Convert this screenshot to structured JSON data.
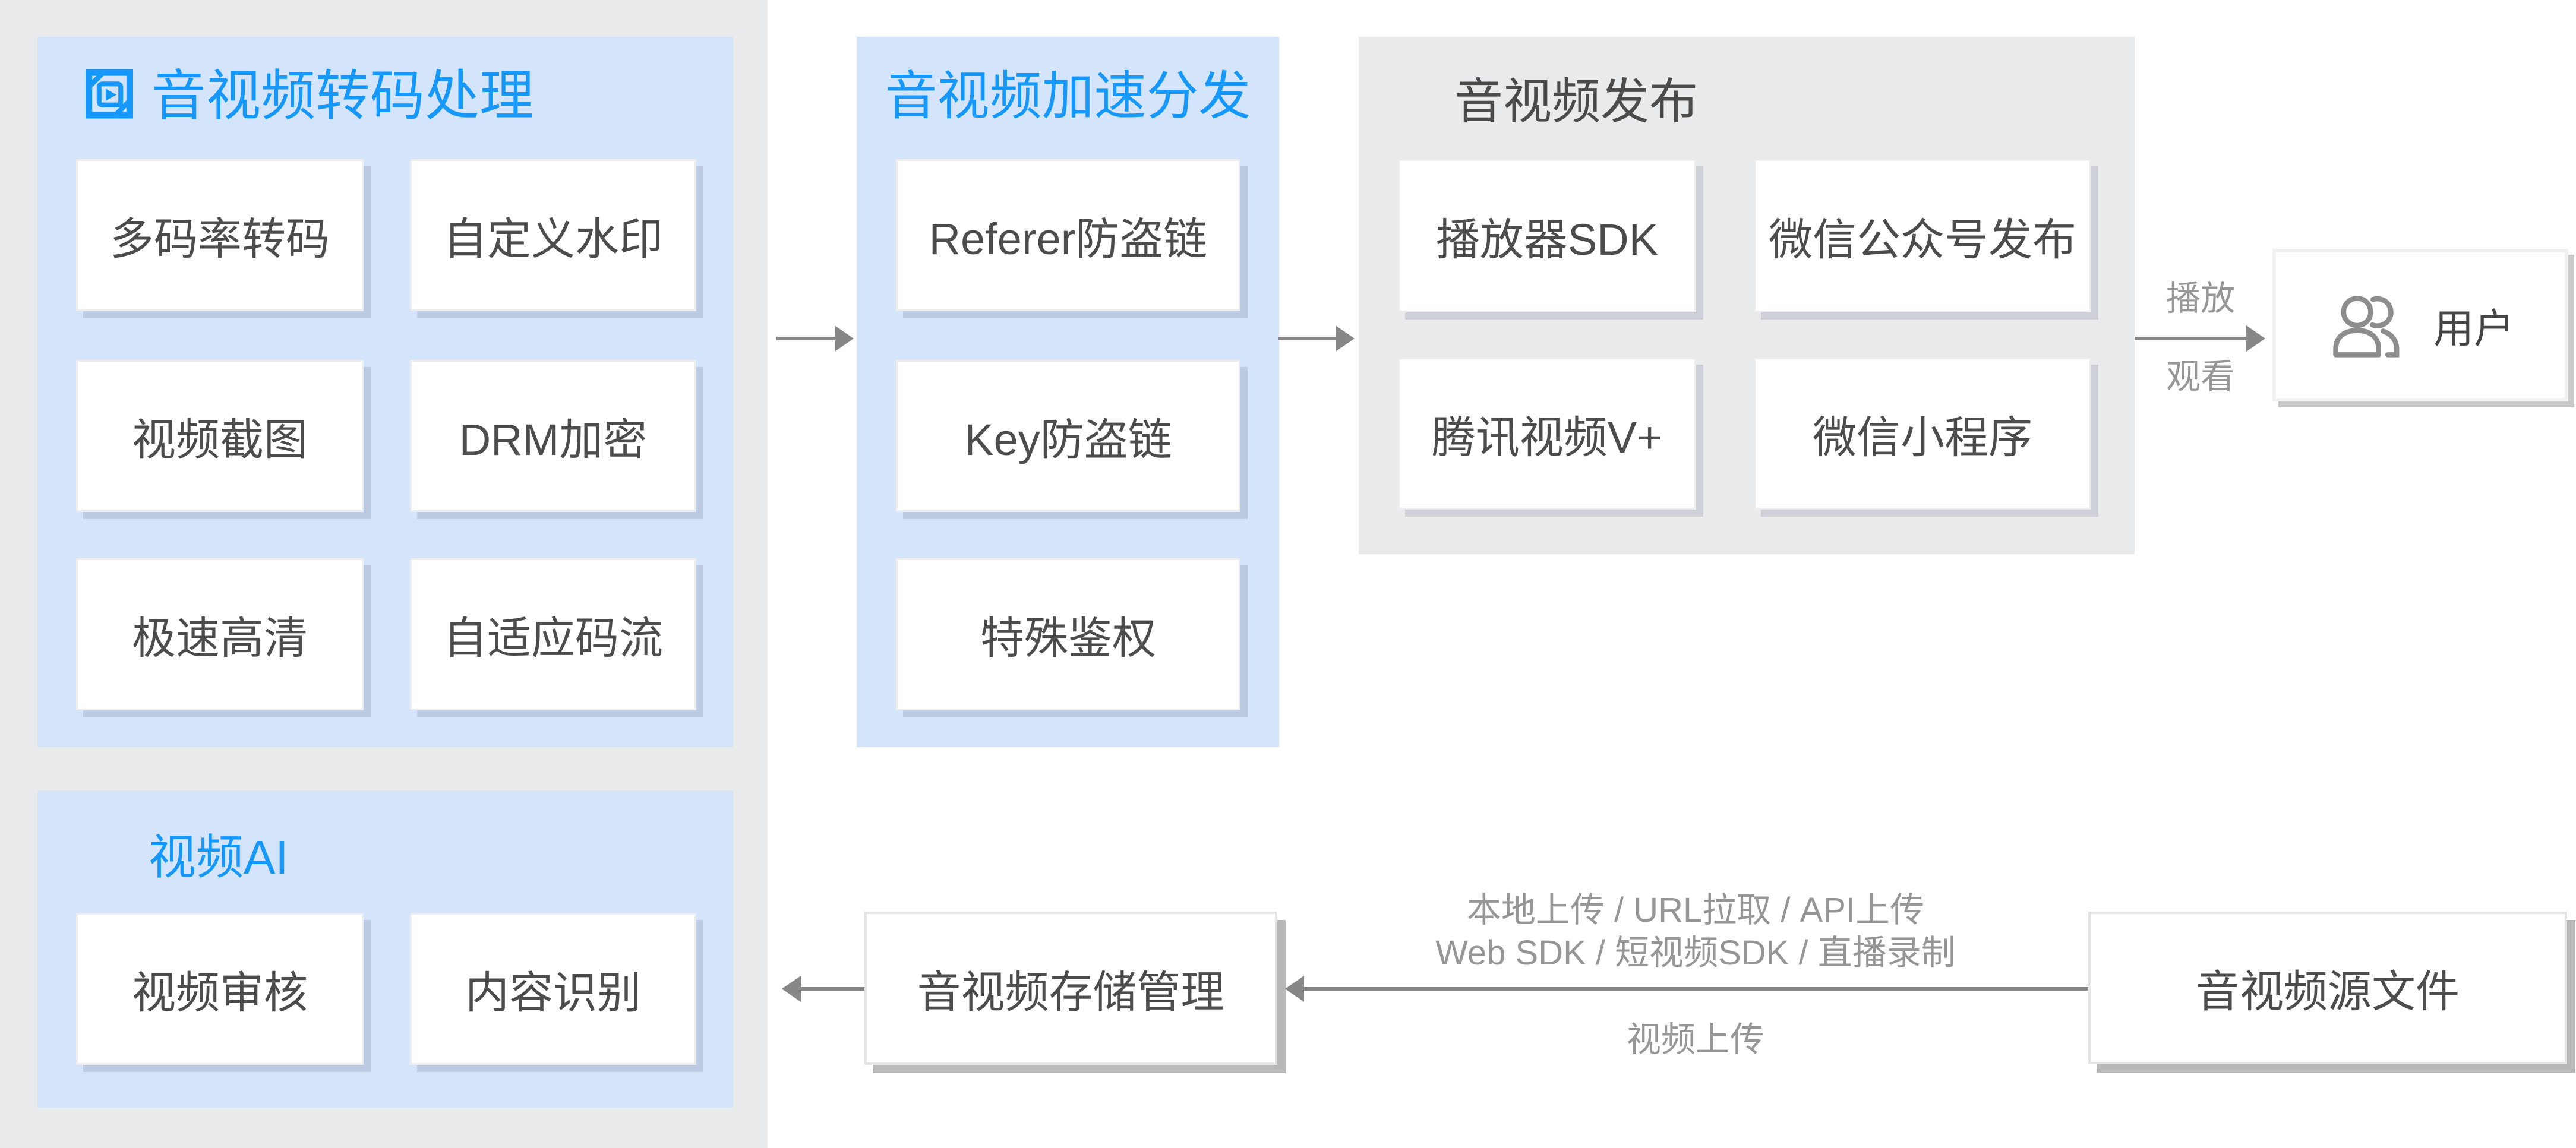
{
  "colors": {
    "accent_blue": "#1697FA",
    "panel_blue": "#D4E4FB",
    "panel_gray": "#E9EAEC",
    "card_text": "#4C4C4C",
    "arrow_gray": "#878787",
    "label_gray": "#969696"
  },
  "transcode_panel": {
    "title": "音视频转码处理",
    "icon": "vod-play-icon",
    "items": [
      "多码率转码",
      "自定义水印",
      "视频截图",
      "DRM加密",
      "极速高清",
      "自适应码流"
    ]
  },
  "ai_panel": {
    "title": "视频AI",
    "items": [
      "视频审核",
      "内容识别"
    ]
  },
  "cdn_panel": {
    "title": "音视频加速分发",
    "items": [
      "Referer防盗链",
      "Key防盗链",
      "特殊鉴权"
    ]
  },
  "publish_panel": {
    "title": "音视频发布",
    "items": [
      "播放器SDK",
      "微信公众号发布",
      "腾讯视频V+",
      "微信小程序"
    ]
  },
  "user_node": {
    "label": "用户",
    "icon": "users-icon"
  },
  "storage_node": {
    "label": "音视频存储管理"
  },
  "source_node": {
    "label": "音视频源文件"
  },
  "flow_labels": {
    "play": "播放",
    "watch": "观看",
    "upload_line1": "本地上传 / URL拉取 / API上传",
    "upload_line2": "Web SDK / 短视频SDK / 直播录制",
    "upload_caption": "视频上传"
  }
}
